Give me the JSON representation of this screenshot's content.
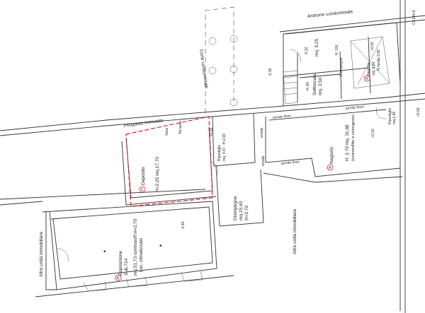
{
  "plan": {
    "areas": {
      "androne": "Androne   condominiale",
      "corte": "Corte  condominiale",
      "prospetto": "Prospetto  immutato",
      "altra_unita_right": "Altro  unità  immobiliare",
      "altra_unita_left": "Altro  unità  immobiliare",
      "code": "Ch.284-8"
    },
    "rooms": {
      "negozio_a": {
        "marker": "A",
        "name": "Negozio",
        "info": "H. 2,70  mq. 31,68",
        "note": "(controsoffitto in cartongesso)"
      },
      "negozio_b_small": {
        "marker": "B",
        "name": "Negozio",
        "area": "mq. 8,64",
        "height": "H.media 2,85"
      },
      "esposizione": {
        "marker": "B",
        "name": "Esposizione",
        "sub": "Sub.714",
        "area": "mq.51,73  controsoff.H=2,70",
        "note": "Loc. climatizzato"
      },
      "deposito": {
        "marker": "C",
        "name": "Deposito",
        "info": "H=2,25  mq.17,70"
      },
      "ripostiglio": {
        "name": "Ripostiglio",
        "info": "mq. 4,47 - H.2,93"
      },
      "ripostiglio_small": {
        "name": "Ripostiglio",
        "info": "mq.1,68"
      },
      "disimpegno": {
        "name": "Disimpegno",
        "area": "mq.15,40",
        "height": "H=2,70"
      },
      "disimpegno_top": {
        "name": "Disimpegno",
        "height": "H. 191"
      },
      "sottoscala": {
        "name": "Sottoscala",
        "area": "mq. 3,50",
        "height": "H. 84"
      },
      "vano_top": {
        "area": "mq. 9,25"
      },
      "vano_scala": "Vano",
      "terrazzo": "Terrazzo"
    },
    "labels": {
      "arredo_fisso": "arredo  fisso",
      "arredo": "arredo",
      "level_022": "-0,22",
      "level_018": "-0,18",
      "level_002": "+0,02",
      "level_011": "+0,11",
      "level_046": "-0,46",
      "level_000": "±0,00"
    }
  }
}
